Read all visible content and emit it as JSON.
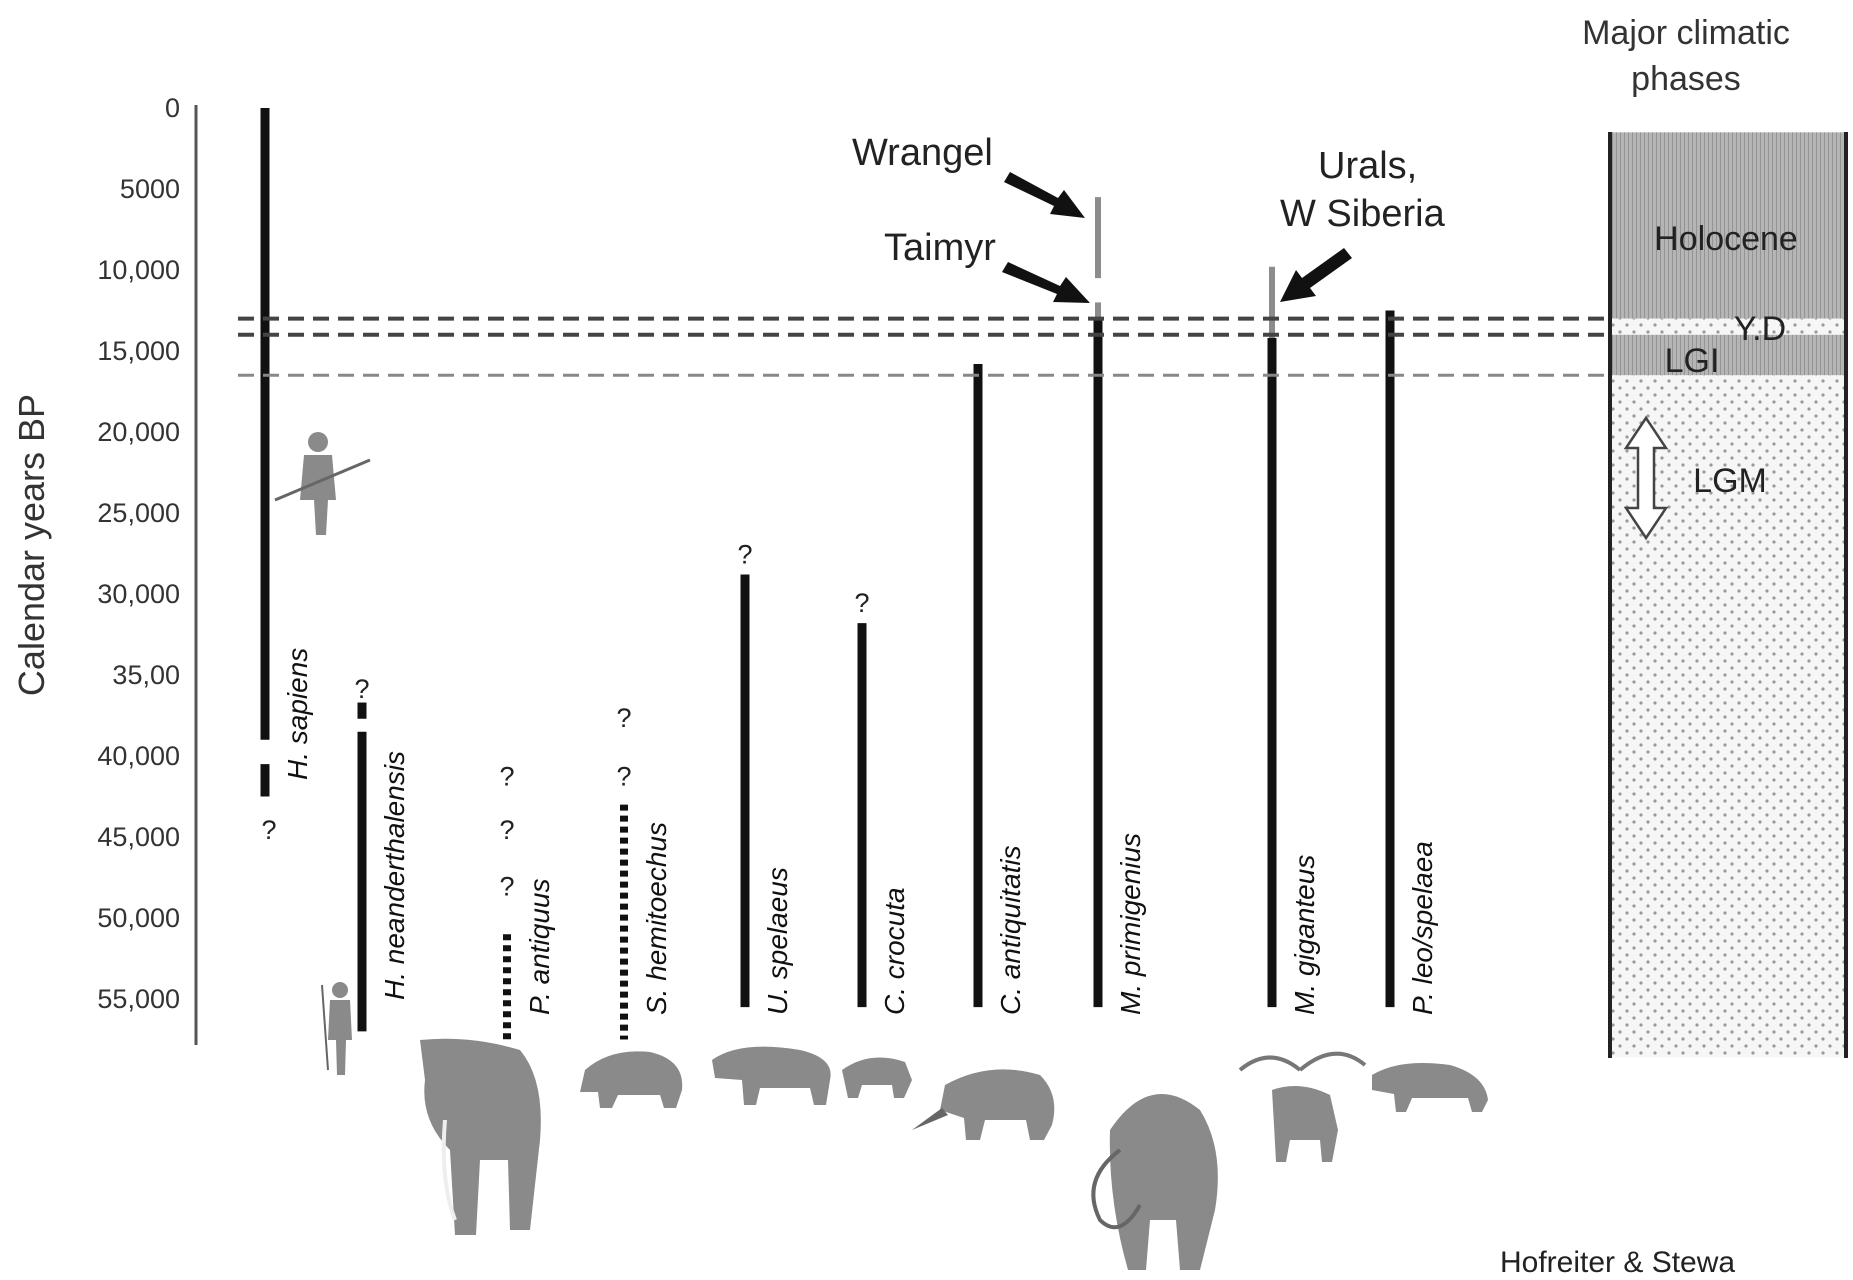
{
  "chart_data": {
    "type": "range",
    "ylabel": "Calendar years BP",
    "yticks": [
      "0",
      "5000",
      "10,000",
      "15,000",
      "20,000",
      "25,000",
      "30,000",
      "35,00",
      "40,000",
      "45,000",
      "50,000",
      "55,000"
    ],
    "ylim": [
      0,
      58000
    ],
    "reference_lines": [
      13000,
      14000,
      16500
    ],
    "species": [
      {
        "name": "H. sapiens",
        "ranges": [
          [
            0,
            39000
          ],
          [
            40500,
            42500
          ]
        ],
        "questions": [
          44500
        ]
      },
      {
        "name": "H. neanderthalensis",
        "ranges": [
          [
            38500,
            57000
          ],
          [
            36700,
            37700
          ]
        ],
        "questions": [
          35800
        ]
      },
      {
        "name": "P. antiquus",
        "ranges": [],
        "dotted": [
          [
            51000,
            57500
          ]
        ],
        "questions": [
          41200,
          44500,
          48000
        ]
      },
      {
        "name": "S. hemitoechus",
        "ranges": [],
        "dotted": [
          [
            43000,
            57500
          ]
        ],
        "questions": [
          37600,
          41200
        ]
      },
      {
        "name": "U. spelaeus",
        "ranges": [
          [
            28800,
            55500
          ]
        ],
        "questions": [
          27500
        ]
      },
      {
        "name": "C. crocuta",
        "ranges": [
          [
            31800,
            55500
          ]
        ],
        "questions": [
          30500
        ]
      },
      {
        "name": "C. antiquitatis",
        "ranges": [
          [
            15800,
            55500
          ]
        ],
        "questions": []
      },
      {
        "name": "M. primigenius",
        "ranges": [
          [
            13000,
            55500
          ]
        ],
        "grey": [
          [
            5500,
            10500
          ],
          [
            12000,
            13000
          ]
        ],
        "questions": []
      },
      {
        "name": "M. giganteus",
        "ranges": [
          [
            14200,
            55500
          ]
        ],
        "grey": [
          [
            9800,
            14200
          ]
        ],
        "questions": []
      },
      {
        "name": "P. leo/spelaea",
        "ranges": [
          [
            12500,
            55500
          ]
        ],
        "questions": []
      }
    ],
    "annotations": {
      "wrangel": "Wrangel",
      "taimyr": "Taimyr",
      "urals_1": "Urals,",
      "urals_2": "W Siberia"
    },
    "climatic_phases": {
      "title_1": "Major climatic",
      "title_2": "phases",
      "holocene": "Holocene",
      "yd": "Y.D",
      "lgi": "LGI",
      "lgm": "LGM"
    },
    "question_mark": "?"
  },
  "credit": "Hofreiter & Stewa"
}
